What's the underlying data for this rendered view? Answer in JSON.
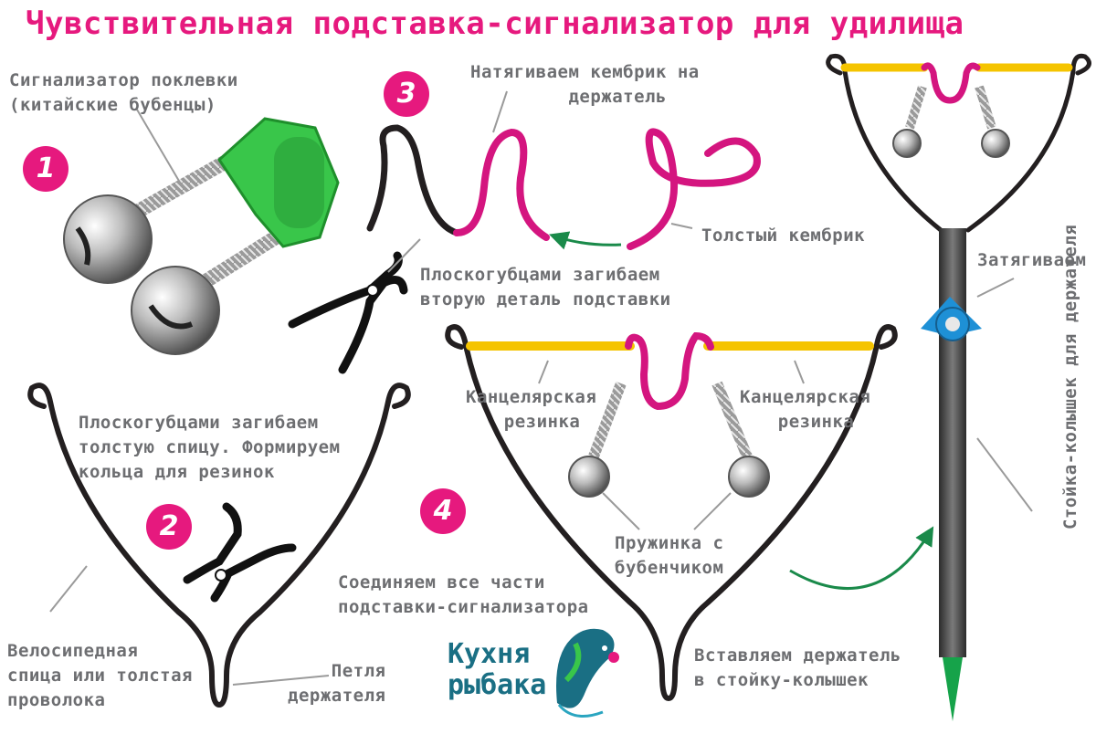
{
  "title": "Чувствительная подставка-сигнализатор для удилища",
  "steps": [
    "1",
    "2",
    "3",
    "4"
  ],
  "labels": {
    "bite_alarm_1": "Сигнализатор поклевки",
    "bite_alarm_2": "(китайские бубенцы)",
    "pull_tube_1": "Натягиваем кембрик на",
    "pull_tube_2": "держатель",
    "thick_tube": "Толстый кембрик",
    "bend_second_1": "Плоскогубцами загибаем",
    "bend_second_2": "вторую деталь подставки",
    "bend_spoke_1": "Плоскогубцами загибаем",
    "bend_spoke_2": "толстую спицу. Формируем",
    "bend_spoke_3": "кольца для резинок",
    "rubber_left_1": "Канцелярская",
    "rubber_left_2": "резинка",
    "rubber_right_1": "Канцелярская",
    "rubber_right_2": "резинка",
    "spring_1": "Пружинка с",
    "spring_2": "бубенчиком",
    "join_1": "Соединяем все части",
    "join_2": "подставки-сигнализатора",
    "spoke_1": "Велосипедная",
    "spoke_2": "спица или толстая",
    "spoke_3": "проволока",
    "loop_1": "Петля",
    "loop_2": "держателя",
    "insert_1": "Вставляем держатель",
    "insert_2": "в стойку-колышек",
    "tighten": "Затягиваем",
    "stake": "Стойка-колышек для держателя"
  },
  "brand": {
    "line1": "Кухня",
    "line2": "рыбака"
  },
  "colors": {
    "accent": "#e6197e",
    "text": "#6d6e71",
    "wire": "#231f20",
    "tube": "#d4157f",
    "rubber": "#f5c400",
    "clip": "#39c64a",
    "knob": "#1e90d6",
    "arrow": "#1a8a4a",
    "brand": "#1a6f84",
    "stake_tip": "#16a34a"
  }
}
